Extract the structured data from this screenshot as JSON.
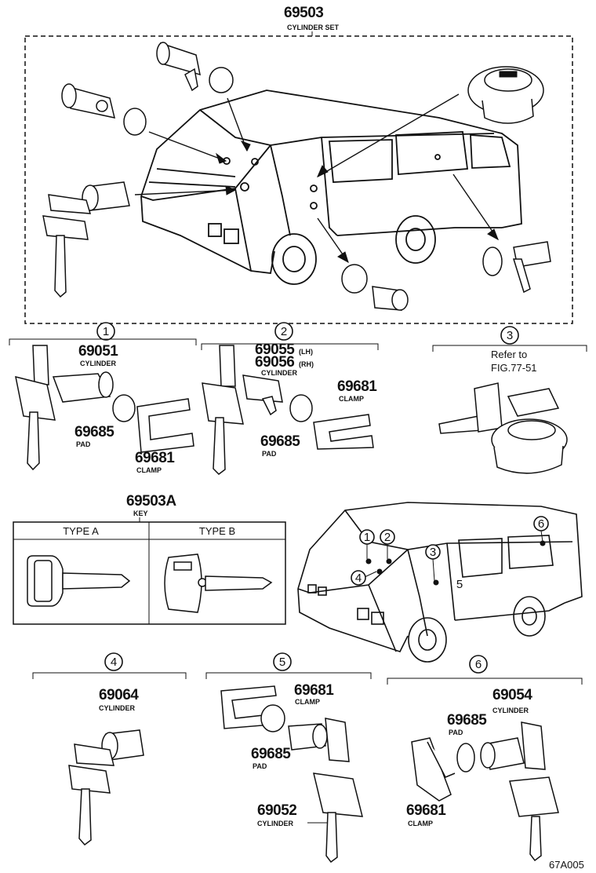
{
  "top_set": {
    "part_no": "69503",
    "label": "CYLINDER SET"
  },
  "sections": [
    {
      "num": "1",
      "part_no": "69051",
      "label": "CYLINDER",
      "pad_no": "69685",
      "pad_label": "PAD",
      "clamp_no": "69681",
      "clamp_label": "CLAMP"
    },
    {
      "num": "2",
      "part_no_lh": "69055",
      "lh": "(LH)",
      "part_no_rh": "69056",
      "rh": "(RH)",
      "label": "CYLINDER",
      "pad_no": "69685",
      "pad_label": "PAD",
      "clamp_no": "69681",
      "clamp_label": "CLAMP"
    },
    {
      "num": "3",
      "ref": "Refer to",
      "fig": "FIG.77-51"
    },
    {
      "num": "4",
      "part_no": "69064",
      "label": "CYLINDER"
    },
    {
      "num": "5",
      "clamp_no": "69681",
      "clamp_label": "CLAMP",
      "pad_no": "69685",
      "pad_label": "PAD",
      "part_no": "69052",
      "label": "CYLINDER"
    },
    {
      "num": "6",
      "part_no": "69054",
      "label": "CYLINDER",
      "pad_no": "69685",
      "pad_label": "PAD",
      "clamp_no": "69681",
      "clamp_label": "CLAMP"
    }
  ],
  "key": {
    "part_no": "69503A",
    "label": "KEY",
    "type_a": "TYPE A",
    "type_b": "TYPE B"
  },
  "van_callouts": [
    "1",
    "2",
    "3",
    "4",
    "5",
    "6"
  ],
  "fig_code": "67A005"
}
